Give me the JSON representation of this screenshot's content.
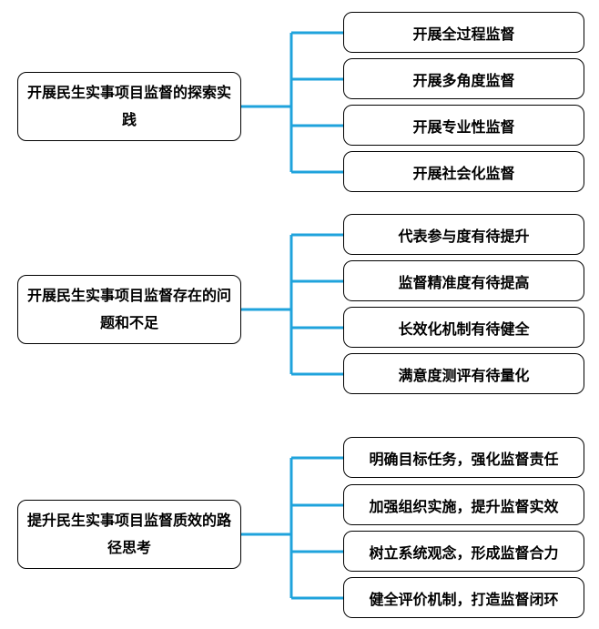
{
  "groups": [
    {
      "title": "开展民生实事项目监督的探索实践",
      "items": [
        "开展全过程监督",
        "开展多角度监督",
        "开展专业性监督",
        "开展社会化监督"
      ]
    },
    {
      "title": "开展民生实事项目监督存在的问题和不足",
      "items": [
        "代表参与度有待提升",
        "监督精准度有待提高",
        "长效化机制有待健全",
        "满意度测评有待量化"
      ]
    },
    {
      "title": "提升民生实事项目监督质效的路径思考",
      "items": [
        "明确目标任务，强化监督责任",
        "加强组织实施，提升监督实效",
        "树立系统观念，形成监督合力",
        "健全评价机制，打造监督闭环"
      ]
    }
  ],
  "colors": {
    "connector": "#1fa3dc",
    "border": "#000000"
  }
}
